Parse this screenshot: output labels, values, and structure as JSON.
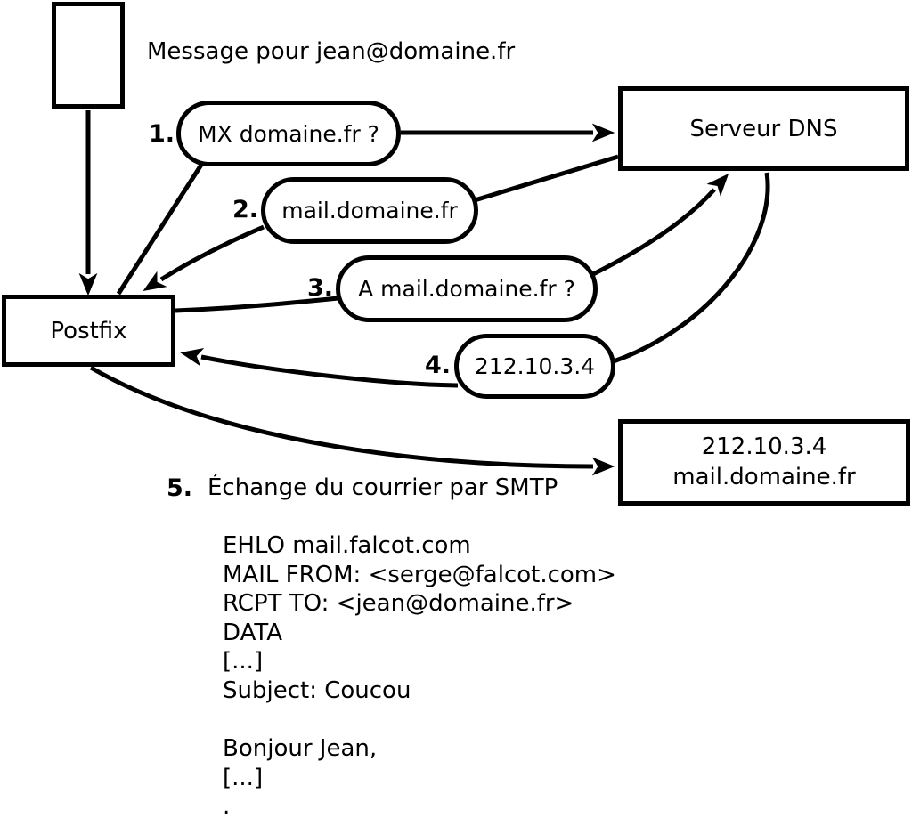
{
  "diagram": {
    "title_note": "Message pour jean@domaine.fr",
    "postfix_box_label": "Postfix",
    "dns_box_label": "Serveur DNS",
    "mail_server_box": {
      "line1": "212.10.3.4",
      "line2": "mail.domaine.fr"
    },
    "steps": [
      {
        "num": "1.",
        "label": "MX domaine.fr ?"
      },
      {
        "num": "2.",
        "label": "mail.domaine.fr"
      },
      {
        "num": "3.",
        "label": "A mail.domaine.fr ?"
      },
      {
        "num": "4.",
        "label": "212.10.3.4"
      },
      {
        "num": "5.",
        "label": "Échange du courrier par SMTP"
      }
    ],
    "smtp_session_lines": [
      "EHLO mail.falcot.com",
      "MAIL FROM: <serge@falcot.com>",
      "RCPT TO: <jean@domaine.fr>",
      "DATA",
      "[...]",
      "Subject: Coucou",
      "",
      "Bonjour Jean,",
      "[...]",
      "."
    ],
    "colors": {
      "stroke": "#000000",
      "background": "#ffffff"
    }
  }
}
